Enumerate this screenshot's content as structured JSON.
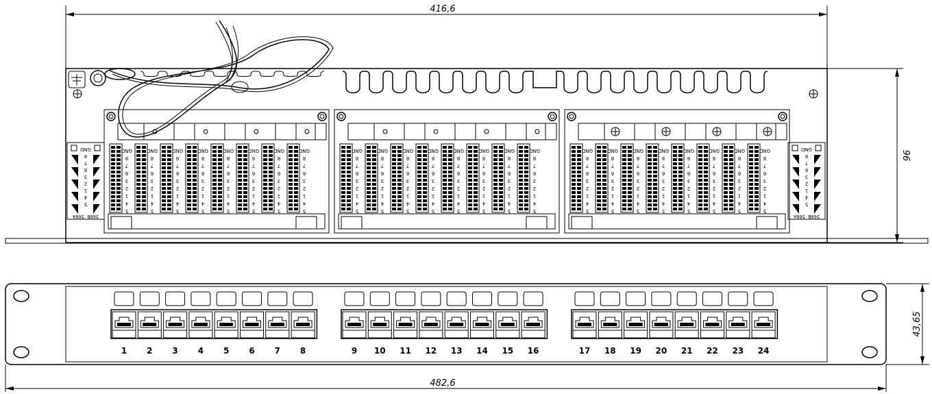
{
  "dimensions": {
    "top_width": "416,6",
    "height": "96",
    "panel_height": "43,65",
    "panel_width": "482,6"
  },
  "ports": [
    "1",
    "2",
    "3",
    "4",
    "5",
    "6",
    "7",
    "8",
    "9",
    "10",
    "11",
    "12",
    "13",
    "14",
    "15",
    "16",
    "17",
    "18",
    "19",
    "20",
    "21",
    "22",
    "23",
    "24"
  ],
  "port_groups": 3,
  "ports_per_group": 8,
  "idc_pin_labels": [
    "GND",
    "8",
    "7",
    "6",
    "3",
    "2",
    "1",
    "4",
    "5"
  ],
  "side_labels": {
    "left": "568B 568A",
    "right": "568B 568A"
  }
}
